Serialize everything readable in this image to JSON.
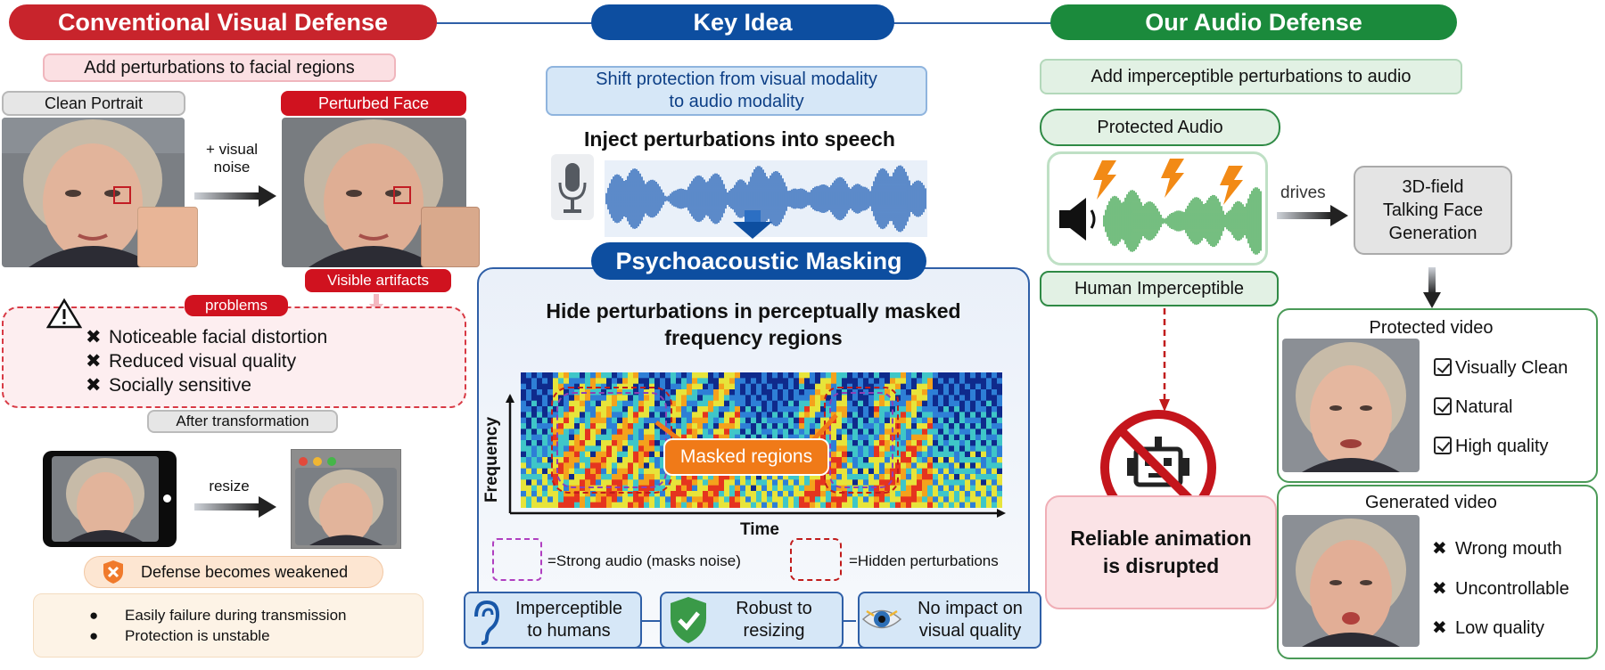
{
  "headers": {
    "left": "Conventional Visual Defense",
    "middle": "Key Idea",
    "right": "Our Audio Defense"
  },
  "left": {
    "subtitle": "Add perturbations to facial regions",
    "clean_label": "Clean Portrait",
    "perturbed_label": "Perturbed Face",
    "arrow_label": "+ visual noise",
    "artifacts_label": "Visible artifacts",
    "problems_label": "problems",
    "problems": [
      "Noticeable facial distortion",
      "Reduced visual quality",
      "Socially sensitive"
    ],
    "after_label": "After transformation",
    "resize_label": "resize",
    "weakened_label": "Defense becomes weakened",
    "failures": [
      "Easily failure during transmission",
      "Protection is unstable"
    ]
  },
  "middle": {
    "idea_line1": "Shift protection from visual modality",
    "idea_line2": "to audio modality",
    "inject_label": "Inject perturbations into speech",
    "masking_title": "Psychoacoustic Masking",
    "hide_line1": "Hide perturbations in perceptually masked",
    "hide_line2": "frequency regions",
    "masked_regions": "Masked regions",
    "y_axis": "Frequency",
    "x_axis": "Time",
    "legend_strong": "=Strong audio (masks noise)",
    "legend_hidden": "=Hidden perturbations",
    "benefits": [
      {
        "line1": "Imperceptible",
        "line2": "to humans",
        "icon": "ear-icon"
      },
      {
        "line1": "Robust to",
        "line2": "resizing",
        "icon": "shield-check-icon"
      },
      {
        "line1": "No impact on",
        "line2": "visual quality",
        "icon": "eye-icon"
      }
    ]
  },
  "right": {
    "subtitle": "Add imperceptible perturbations to audio",
    "protected_audio": "Protected Audio",
    "human_imperceptible": "Human Imperceptible",
    "drives": "drives",
    "generation_line1": "3D-field",
    "generation_line2": "Talking Face",
    "generation_line3": "Generation",
    "disrupted_line1": "Reliable animation",
    "disrupted_line2": "is disrupted",
    "protected_video": "Protected video",
    "protected_items": [
      "Visually Clean",
      "Natural",
      "High quality"
    ],
    "generated_video": "Generated video",
    "generated_items": [
      "Wrong mouth",
      "Uncontrollable",
      "Low quality"
    ]
  },
  "colors": {
    "red": "#c8242c",
    "blue": "#0d4ea0",
    "green": "#1b8a3c"
  }
}
